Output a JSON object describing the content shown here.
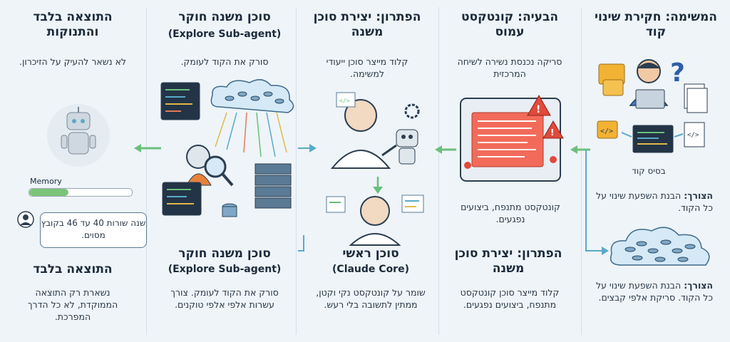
{
  "col_task": {
    "title": "המשימה: חקירת שינוי קוד",
    "code_base_label": "בסיס קוד",
    "need_label": "הצורך:",
    "need_text": "הבנת השפעת שינוי על כל הקוד.",
    "bottom_need_label": "הצורך:",
    "bottom_need_text": "הבנת השפעת שינוי על כל הקוד. סריקת אלפי קבצים."
  },
  "col_problem": {
    "title": "הבעיה: קונטקסט עמוס",
    "text": "סריקה נכנסת נשירה לשיחה המרכזית",
    "mid_text": "קונטקסט מתנפח, ביצועים נפגעים.",
    "bottom_title": "הפתרון: יצירת סוכן משנה",
    "bottom_text": "קלוד מייצר סוכן קונטקסט מתנפח, ביצועים נפגעים."
  },
  "col_solution": {
    "title": "הפתרון: יצירת סוכן משנה",
    "text": "קלוד מייצר סוכן ייעודי למשימה.",
    "bottom_title": "סוכן ראשי",
    "bottom_subtitle": "(Claude Core)",
    "bottom_text": "שומר על קונטקסט נקי וקטן, ממתין לתשובה בלי רעש."
  },
  "col_explore": {
    "title": "סוכן משנה חוקר",
    "subtitle": "(Explore Sub-agent)",
    "text": "סורק את הקוד לעומק.",
    "bottom_title": "סוכן משנה חוקר",
    "bottom_subtitle": "(Explore Sub-agent)",
    "bottom_text": "סורק את הקוד לעומק. צורך עשרות אלפי אלפי טוקנים."
  },
  "col_result": {
    "title": "התוצאה בלבד והתנוקות",
    "text": "לא נשאר להעיק על הזיכרון.",
    "memory_label": "Memory",
    "memory_level": 0.38,
    "bubble_text": "שנה שורות 40 עד 46 בקובץ מסוים.",
    "bottom_title": "התוצאה בלבד",
    "bottom_text": "נשארת רק התוצאה הממוקדת, לא כל הדרך המפרכת."
  },
  "colors": {
    "arrow": "#5aa9c9",
    "green_arrow": "#6bbf7a",
    "alert": "#e04a3b"
  }
}
